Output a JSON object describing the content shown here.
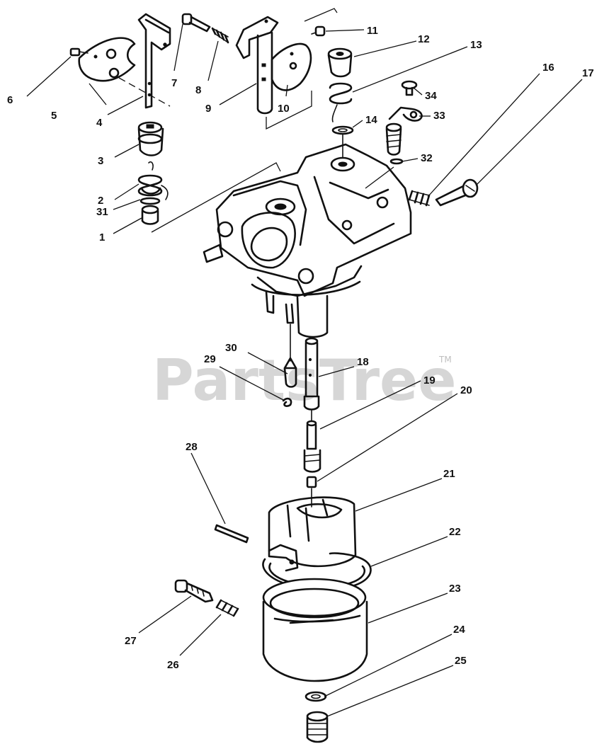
{
  "watermark": {
    "text": "PartsTree",
    "trademark": "TM"
  },
  "callouts": [
    "1",
    "2",
    "3",
    "4",
    "5",
    "6",
    "7",
    "8",
    "9",
    "10",
    "11",
    "12",
    "13",
    "14",
    "16",
    "17",
    "18",
    "19",
    "20",
    "21",
    "22",
    "23",
    "24",
    "25",
    "26",
    "27",
    "28",
    "29",
    "30",
    "31",
    "32",
    "33",
    "34"
  ],
  "colors": {
    "ink": "#111111",
    "background": "#ffffff",
    "watermark": "#cfcfcf"
  }
}
